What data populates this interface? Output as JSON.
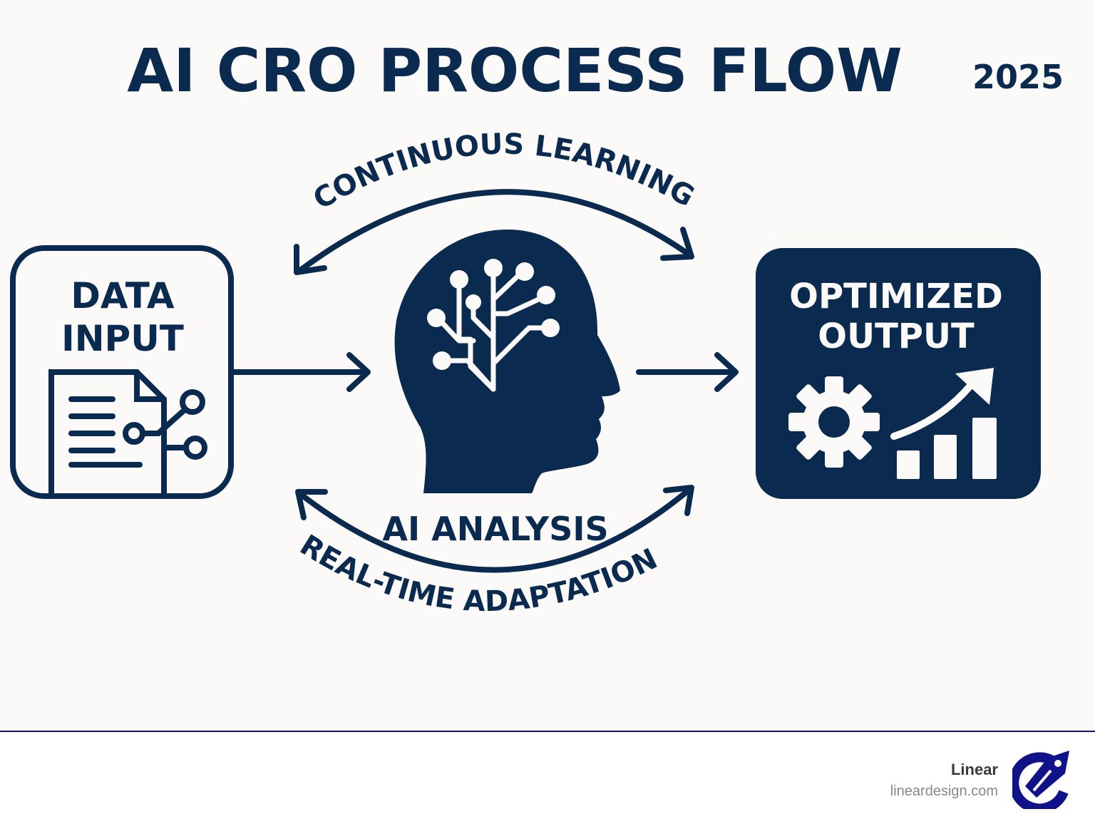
{
  "title": "AI CRO PROCESS FLOW",
  "year": "2025",
  "nodes": {
    "input": {
      "line1": "DATA",
      "line2": "INPUT"
    },
    "analysis": {
      "label": "AI ANALYSIS"
    },
    "output": {
      "line1": "OPTIMIZED",
      "line2": "OUTPUT"
    }
  },
  "loops": {
    "top": "CONTINUOUS LEARNING",
    "bottom": "REAL-TIME ADAPTATION"
  },
  "footer": {
    "brand": "Linear",
    "url": "lineardesign.com"
  },
  "colors": {
    "navy": "#0b2a4f",
    "background": "#fbfaf8",
    "footer_line": "#14148a"
  }
}
